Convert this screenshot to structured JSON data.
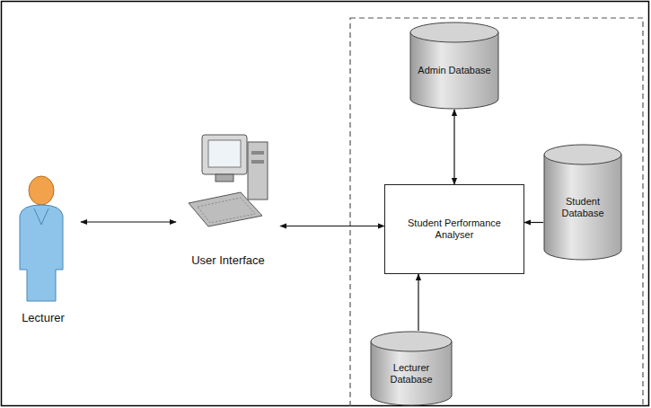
{
  "diagram": {
    "nodes": [
      {
        "text": [
          "Admin Database"
        ]
      },
      {
        "text": [
          "Lecturer"
        ]
      },
      {
        "text": [
          "User Interface"
        ]
      },
      {
        "text": [
          "Student Performance Analyser"
        ]
      },
      {
        "text": [
          "Student Database"
        ]
      },
      {
        "text": [
          "Lecturer Database"
        ]
      }
    ],
    "edges": [
      {
        "from": 1,
        "to": 2,
        "arrow": "both"
      },
      {
        "from": 2,
        "to": 3,
        "arrow": "both"
      },
      {
        "from": 3,
        "to": 0,
        "arrow": "both"
      },
      {
        "from": 4,
        "to": 3,
        "arrow": "to"
      },
      {
        "from": 5,
        "to": 3,
        "arrow": "to"
      }
    ]
  }
}
